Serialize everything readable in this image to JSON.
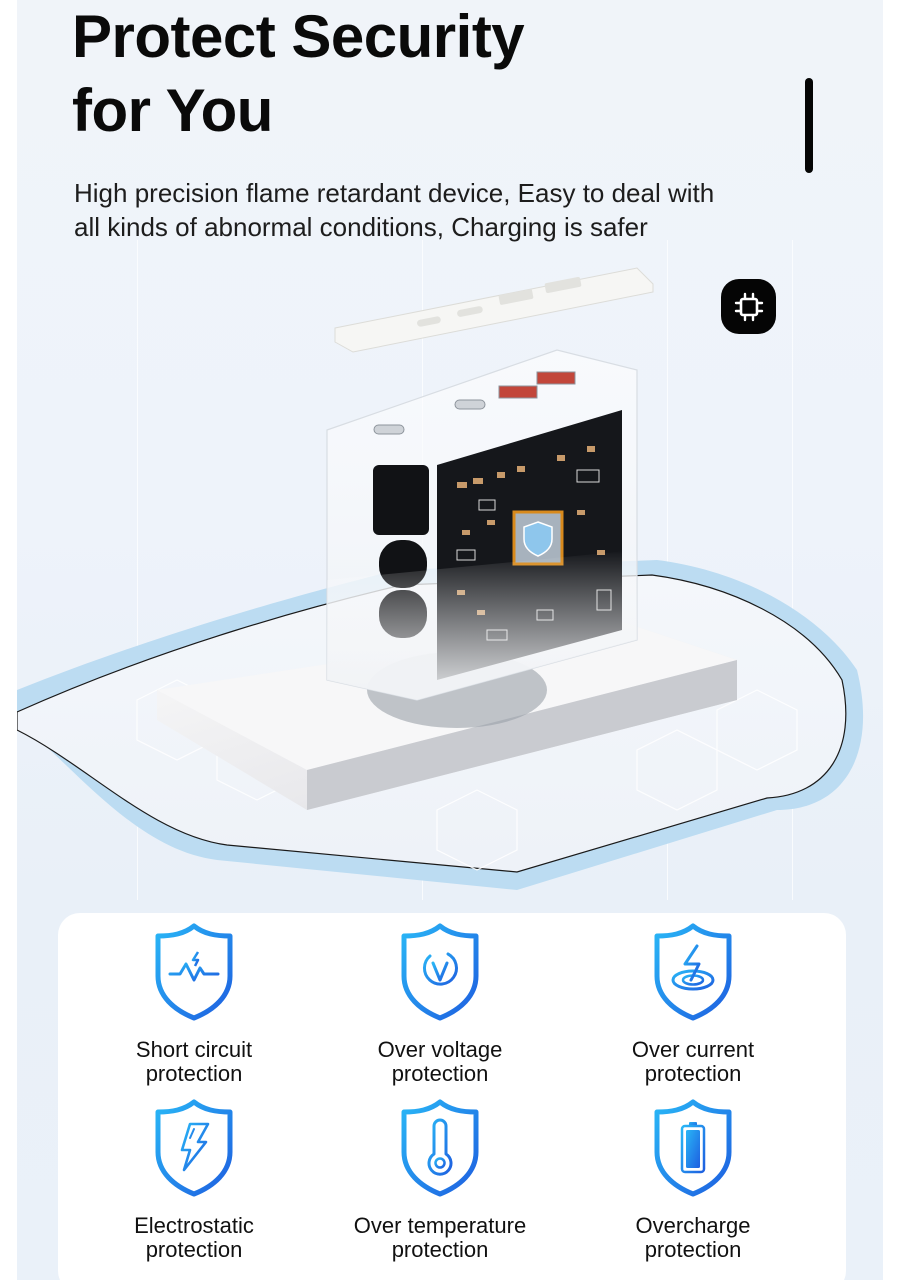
{
  "header": {
    "title_lines": [
      "Protect Security",
      "for You"
    ],
    "subtitle_lines": [
      "High precision flame retardant device, Easy to deal with",
      "all kinds of abnormal conditions, Charging is safer"
    ]
  },
  "badge": {
    "icon": "chip-icon"
  },
  "illustration": {
    "description": "Transparent GaN charger with exposed circuit board and shield chip on a white base, over a light-blue shield platform",
    "ports": [
      "USB-C",
      "USB-C",
      "USB-A",
      "USB-A"
    ]
  },
  "features": [
    {
      "icon": "short-circuit-shield-icon",
      "label_lines": [
        "Short circuit",
        "protection"
      ]
    },
    {
      "icon": "over-voltage-shield-icon",
      "label_lines": [
        "Over voltage",
        "protection"
      ]
    },
    {
      "icon": "over-current-shield-icon",
      "label_lines": [
        "Over current",
        "protection"
      ]
    },
    {
      "icon": "electrostatic-shield-icon",
      "label_lines": [
        "Electrostatic",
        "protection"
      ]
    },
    {
      "icon": "over-temperature-shield-icon",
      "label_lines": [
        "Over temperature",
        "protection"
      ]
    },
    {
      "icon": "overcharge-shield-icon",
      "label_lines": [
        "Overcharge",
        "protection"
      ]
    }
  ],
  "colors": {
    "background": "#eef3fa",
    "card": "#ffffff",
    "text": "#0a0a0a",
    "icon_blue_light": "#29b6f6",
    "icon_blue_dark": "#1e6fe0",
    "platform_blue": "#b9d9f0"
  }
}
